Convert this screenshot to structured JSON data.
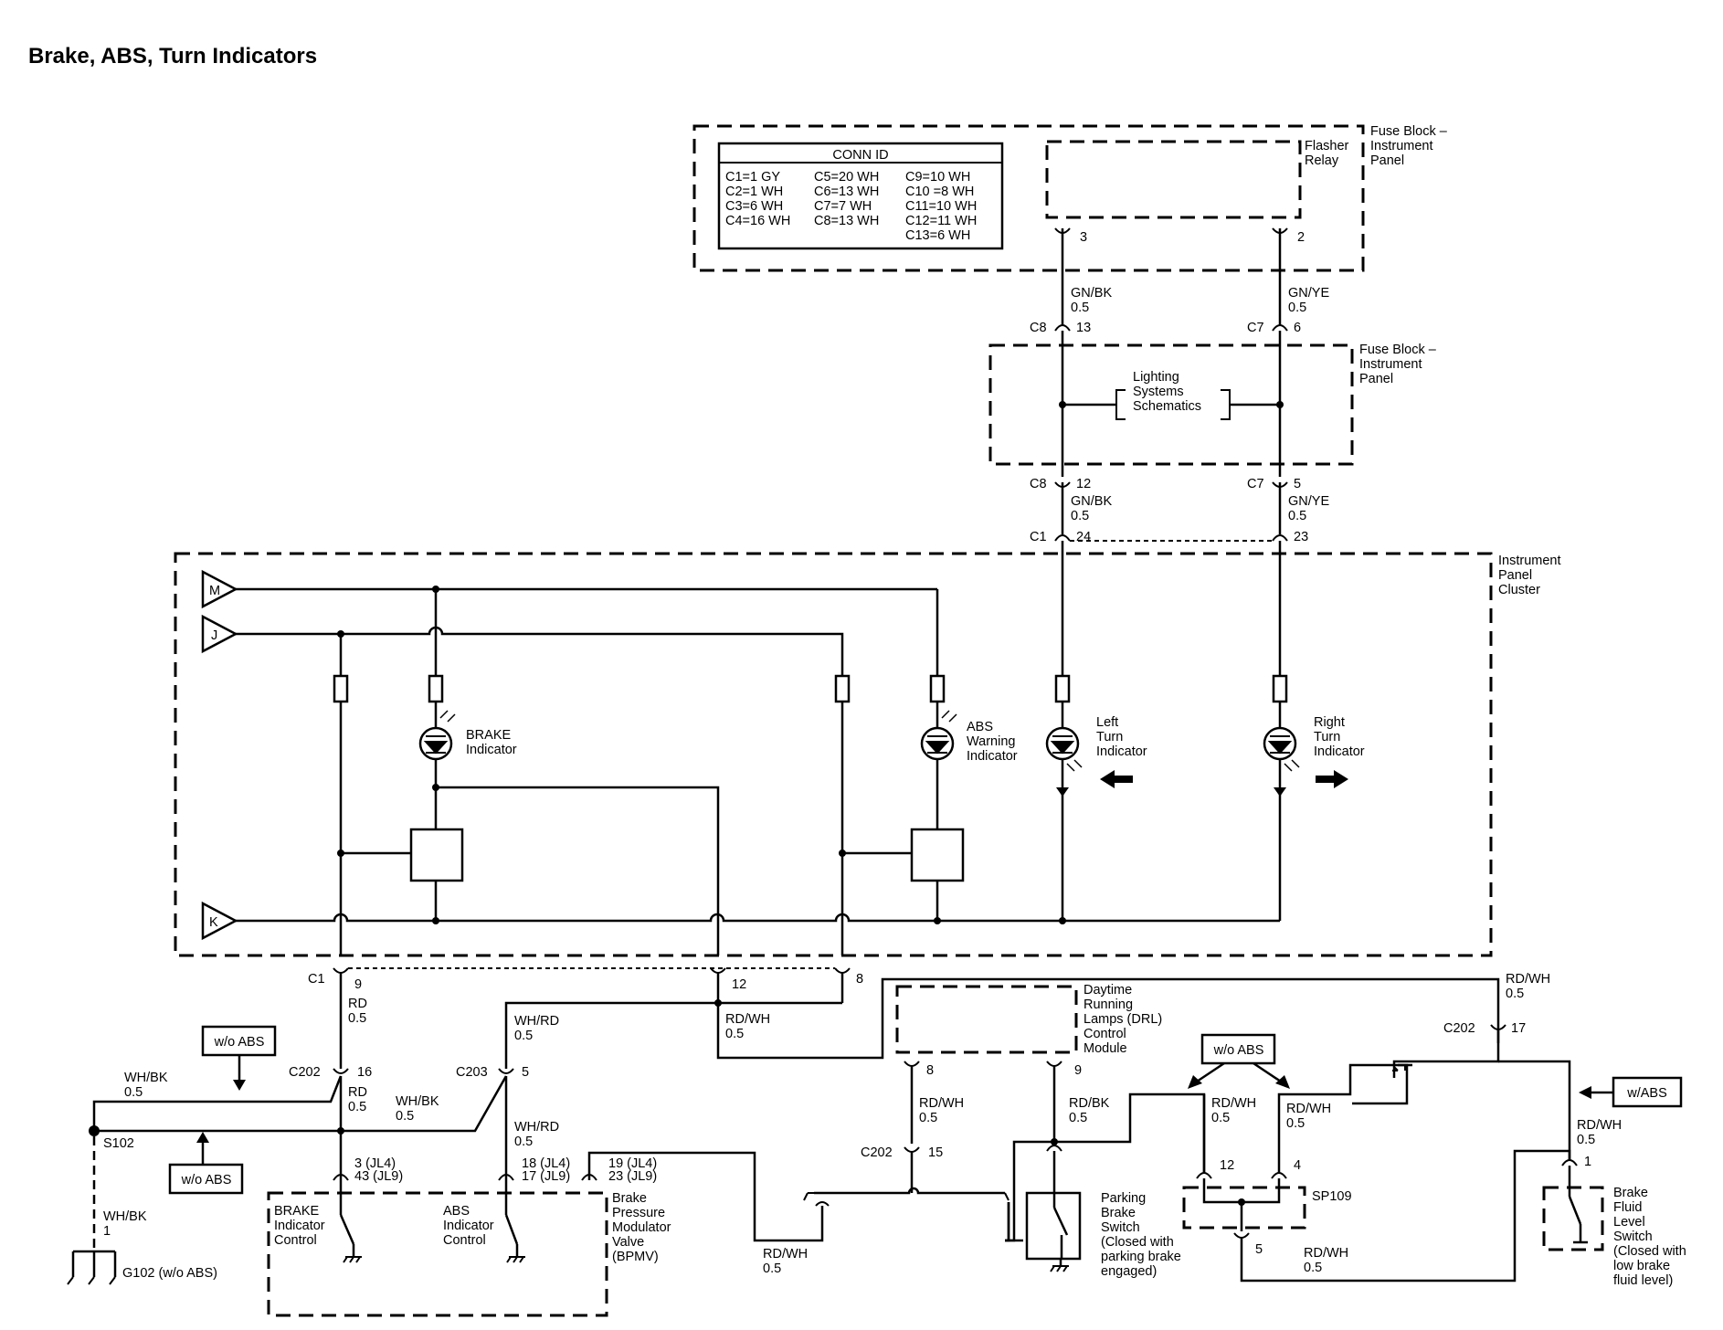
{
  "title": "Brake, ABS, Turn Indicators",
  "conn_id": {
    "header": "CONN ID",
    "col1": [
      "C1=1 GY",
      "C2=1 WH",
      "C3=6 WH",
      "C4=16 WH"
    ],
    "col2": [
      "C5=20 WH",
      "C6=13 WH",
      "C7=7 WH",
      "C8=13 WH"
    ],
    "col3": [
      "C9=10 WH",
      "C10 =8 WH",
      "C11=10 WH",
      "C12=11 WH",
      "C13=6 WH"
    ]
  },
  "components": {
    "fuse_block_top": [
      "Fuse Block –",
      "Instrument",
      "Panel"
    ],
    "flasher_relay": [
      "Flasher",
      "Relay"
    ],
    "fuse_block_mid": [
      "Fuse Block –",
      "Instrument",
      "Panel"
    ],
    "lighting": [
      "Lighting",
      "Systems",
      "Schematics"
    ],
    "ipc": [
      "Instrument",
      "Panel",
      "Cluster"
    ],
    "brake_indicator": [
      "BRAKE",
      "Indicator"
    ],
    "abs_warning": [
      "ABS",
      "Warning",
      "Indicator"
    ],
    "left_turn": [
      "Left",
      "Turn",
      "Indicator"
    ],
    "right_turn": [
      "Right",
      "Turn",
      "Indicator"
    ],
    "drl": [
      "Daytime",
      "Running",
      "Lamps (DRL)",
      "Control",
      "Module"
    ],
    "brake_ind_control": [
      "BRAKE",
      "Indicator",
      "Control"
    ],
    "abs_ind_control": [
      "ABS",
      "Indicator",
      "Control"
    ],
    "bpmv": [
      "Brake",
      "Pressure",
      "Modulator",
      "Valve",
      "(BPMV)"
    ],
    "parking_brake": [
      "Parking",
      "Brake",
      "Switch",
      "(Closed with",
      "parking brake",
      "engaged)"
    ],
    "brake_fluid": [
      "Brake",
      "Fluid",
      "Level",
      "Switch",
      "(Closed with",
      "low brake",
      "fluid level)"
    ],
    "ground": "G102 (w/o ABS)",
    "splice_s102": "S102",
    "splice_sp109": "SP109"
  },
  "options": {
    "wo_abs_1": "w/o ABS",
    "wo_abs_2": "w/o ABS",
    "wo_abs_3": "w/o ABS",
    "w_abs": "w/ABS"
  },
  "offpage": {
    "m": "M",
    "j": "J",
    "k": "K"
  },
  "pins": {
    "p3": "3",
    "p2": "2",
    "c8a": "C8",
    "p13": "13",
    "c7a": "C7",
    "p6": "6",
    "c8b": "C8",
    "p12a": "12",
    "c7b": "C7",
    "p5a": "5",
    "c1a": "C1",
    "p24": "24",
    "p23": "23",
    "c1b": "C1",
    "p9a": "9",
    "p12b": "12",
    "p8a": "8",
    "c202a": "C202",
    "p16": "16",
    "c203": "C203",
    "p5b": "5",
    "p3jl4": "3 (JL4)",
    "p43jl9": "43 (JL9)",
    "p18jl4": "18 (JL4)",
    "p17jl9": "17 (JL9)",
    "p19jl4": "19 (JL4)",
    "p23jl9": "23 (JL9)",
    "p8b": "8",
    "p9b": "9",
    "c202b": "C202",
    "p15": "15",
    "p12c": "12",
    "p4": "4",
    "p5c": "5",
    "c202c": "C202",
    "p17": "17",
    "p1": "1"
  },
  "wires": {
    "gnbk_1": [
      "GN/BK",
      "0.5"
    ],
    "gnye_1": [
      "GN/YE",
      "0.5"
    ],
    "gnbk_2": [
      "GN/BK",
      "0.5"
    ],
    "gnye_2": [
      "GN/YE",
      "0.5"
    ],
    "rd_1": [
      "RD",
      "0.5"
    ],
    "rdwh_a": [
      "RD/WH",
      "0.5"
    ],
    "whrd_1": [
      "WH/RD",
      "0.5"
    ],
    "rdwh_top": [
      "RD/WH",
      "0.5"
    ],
    "whbk_1": [
      "WH/BK",
      "0.5"
    ],
    "rd_2": [
      "RD",
      "0.5"
    ],
    "whbk_2": [
      "WH/BK",
      "0.5"
    ],
    "whrd_2": [
      "WH/RD",
      "0.5"
    ],
    "whbk_3": [
      "WH/BK",
      "1"
    ],
    "rdwh_b": [
      "RD/WH",
      "0.5"
    ],
    "rdbk": [
      "RD/BK",
      "0.5"
    ],
    "rdwh_c": [
      "RD/WH",
      "0.5"
    ],
    "rdwh_d": [
      "RD/WH",
      "0.5"
    ],
    "rdwh_e": [
      "RD/WH",
      "0.5"
    ],
    "rdwh_f": [
      "RD/WH",
      "0.5"
    ],
    "rdwh_g": [
      "RD/WH",
      "0.5"
    ]
  }
}
